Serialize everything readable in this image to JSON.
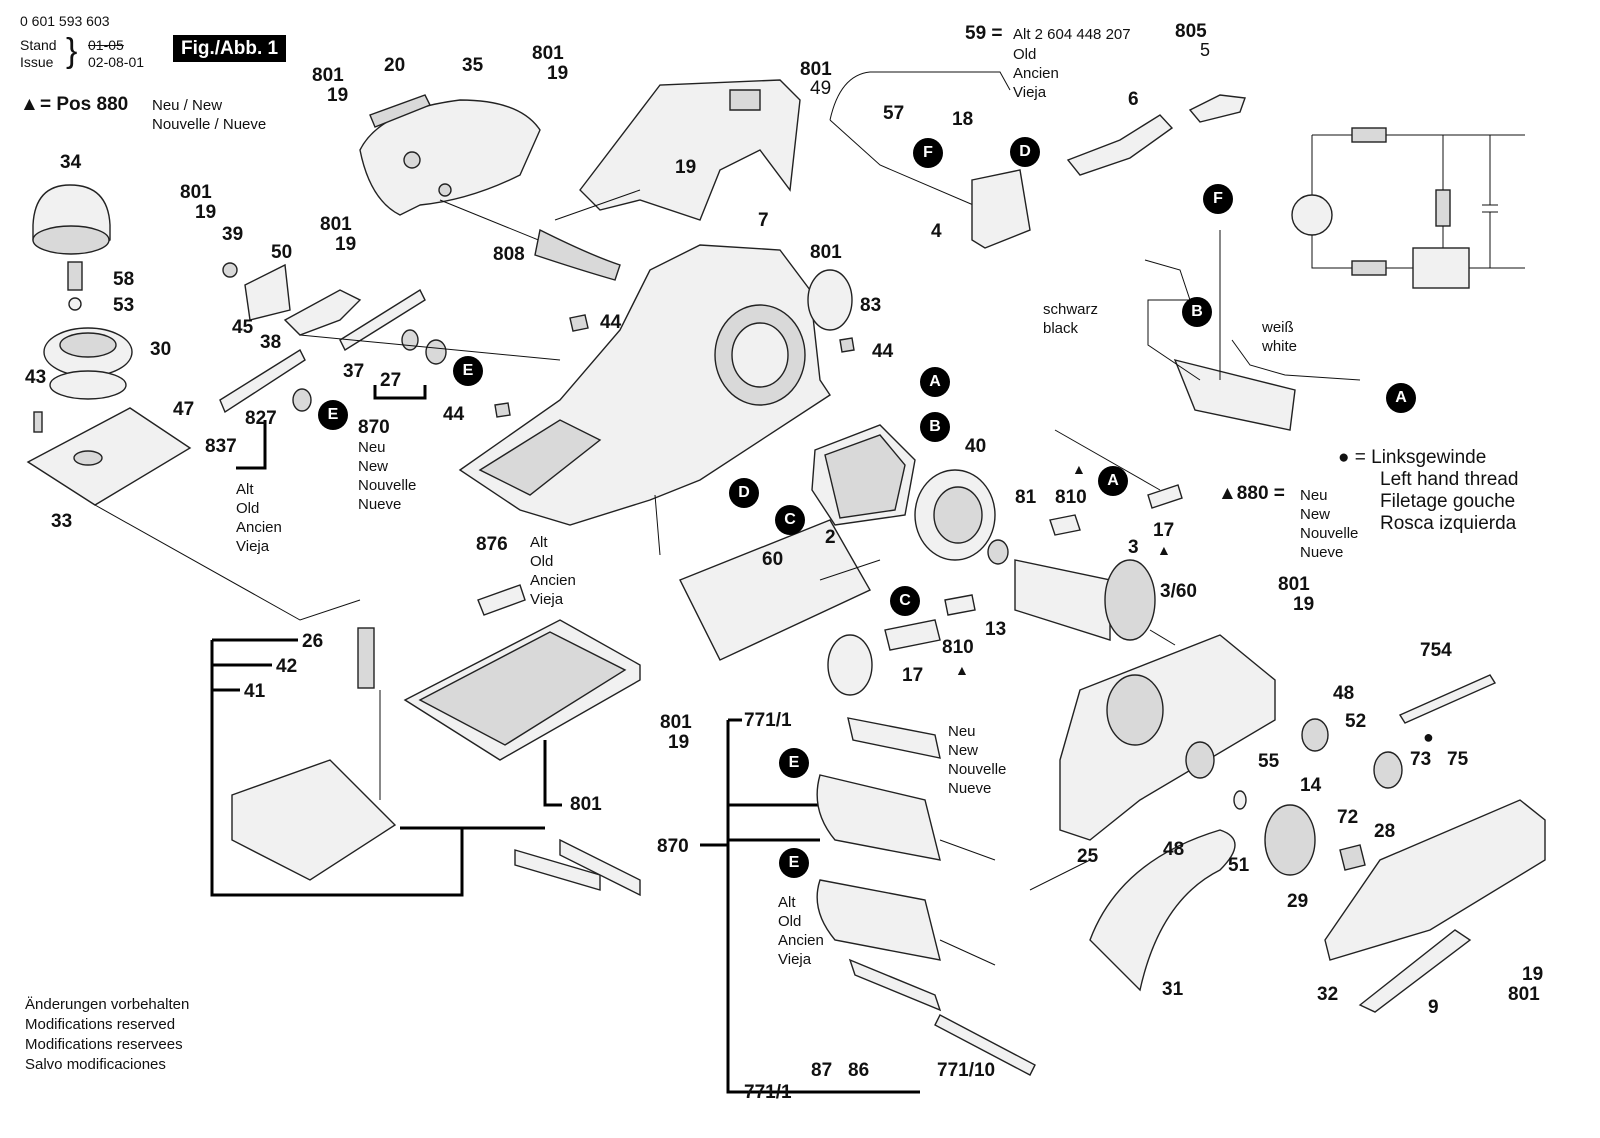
{
  "header": {
    "part_number": "0 601 593 603",
    "stand_label": "Stand",
    "stand_old": "01-05",
    "issue_label": "Issue",
    "issue_date": "02-08-01",
    "figure_label": "Fig./Abb. 1"
  },
  "pos880_note": {
    "symbol": "▲",
    "prefix": "= Pos 880",
    "line1": "Neu / New",
    "line2": "Nouvelle / Nueve"
  },
  "footer": [
    "Änderungen vorbehalten",
    "Modifications reserved",
    "Modifications reservees",
    "Salvo modificaciones"
  ],
  "legend_lh": {
    "symbol": "●",
    "lines": [
      "= Linksgewinde",
      "Left hand thread",
      "Filetage gouche",
      "Rosca izquierda"
    ]
  },
  "legend_880": {
    "label": "▲880 =",
    "lines": [
      "Neu",
      "New",
      "Nouvelle",
      "Nueve"
    ]
  },
  "item59": {
    "label": "59 =",
    "value": "Alt 2 604 448 207",
    "lines": [
      "Old",
      "Ancien",
      "Vieja"
    ]
  },
  "wires": {
    "black_de": "schwarz",
    "black_en": "black",
    "white_de": "weiß",
    "white_en": "white"
  },
  "notes": {
    "new_870": [
      "870",
      "Neu",
      "New",
      "Nouvelle",
      "Nueve"
    ],
    "old_827": [
      "Alt",
      "Old",
      "Ancien",
      "Vieja"
    ],
    "old_876": [
      "Alt",
      "Old",
      "Ancien",
      "Vieja"
    ],
    "new_771": [
      "Neu",
      "New",
      "Nouvelle",
      "Nueve"
    ],
    "old_771": [
      "Alt",
      "Old",
      "Ancien",
      "Vieja"
    ]
  },
  "markers": [
    "A",
    "B",
    "C",
    "D",
    "E",
    "F"
  ],
  "labels": {
    "l805": "805",
    "l5": "5",
    "l6": "6",
    "l57": "57",
    "l18": "18",
    "l4": "4",
    "l801a": "801",
    "l19a": "19",
    "l20": "20",
    "l35": "35",
    "l801b": "801",
    "l19b": "19",
    "l801c": "801",
    "l49": "49",
    "l19c": "19",
    "l7": "7",
    "l34": "34",
    "l58": "58",
    "l53": "53",
    "l30": "30",
    "l43": "43",
    "l47": "47",
    "l33": "33",
    "l801d": "801",
    "l19d": "19",
    "l39": "39",
    "l50": "50",
    "l45": "45",
    "l38": "38",
    "l801e": "801",
    "l19e": "19",
    "l37": "37",
    "l27": "27",
    "l837": "837",
    "l827": "827",
    "l808": "808",
    "l801f": "801",
    "l83": "83",
    "l44a": "44",
    "l44b": "44",
    "l44c": "44",
    "l40": "40",
    "l2": "2",
    "l81": "81",
    "l810a": "810",
    "l17a": "17",
    "l3": "3",
    "l360": "3/60",
    "l60": "60",
    "l13": "13",
    "l810b": "810",
    "l17b": "17",
    "l876": "876",
    "l26": "26",
    "l42": "42",
    "l41": "41",
    "l801g": "801",
    "l19g": "19",
    "l801h": "801",
    "l7711a": "771/1",
    "l870b": "870",
    "l7711b": "771/1",
    "l87": "87",
    "l86": "86",
    "l77110": "771/10",
    "l801i": "801",
    "l19i": "19",
    "l48a": "48",
    "l754": "754",
    "l52": "52",
    "l73": "73",
    "l75": "75",
    "l14": "14",
    "l55": "55",
    "l28": "28",
    "l25": "25",
    "l48b": "48",
    "l51": "51",
    "l72": "72",
    "l29": "29",
    "l31": "31",
    "l32": "32",
    "l9": "9",
    "l19j": "19",
    "l801j": "801"
  }
}
